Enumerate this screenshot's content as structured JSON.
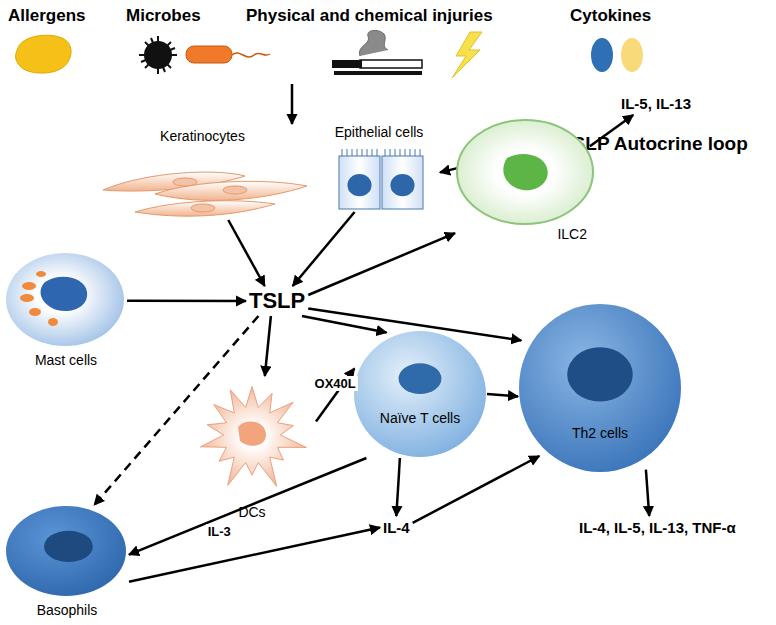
{
  "diagram": {
    "nodes": [
      {
        "text": [
          "Keratinocytes"
        ]
      },
      {
        "text": [
          "Epithelial cells"
        ]
      },
      {
        "text": [
          "TSLP Autocrine loop"
        ]
      },
      {
        "text": [
          "TSLP"
        ]
      },
      {
        "text": [
          "Mast cells"
        ]
      },
      {
        "text": [
          "ILC2"
        ]
      },
      {
        "text": [
          "IL-5, IL-13"
        ]
      },
      {
        "text": [
          "DCs"
        ]
      },
      {
        "text": [
          "Naïve T cells"
        ]
      },
      {
        "text": [
          "Th2 cells"
        ]
      },
      {
        "text": [
          "Basophils"
        ]
      },
      {
        "text": [
          "IL-4"
        ]
      },
      {
        "text": [
          "IL-4, IL-5, IL-13, TNF-α"
        ]
      }
    ],
    "edges": [
      {
        "from": 0,
        "to": 3,
        "arrow": "to"
      },
      {
        "from": 1,
        "to": 3,
        "arrow": "to"
      },
      {
        "from": 2,
        "to": 1,
        "arrow": "to"
      },
      {
        "from": 4,
        "to": 3,
        "arrow": "to"
      },
      {
        "from": 3,
        "to": 5,
        "arrow": "to"
      },
      {
        "from": 5,
        "to": 6,
        "arrow": "to"
      },
      {
        "from": 3,
        "to": 7,
        "arrow": "to"
      },
      {
        "from": 3,
        "to": 8,
        "arrow": "to"
      },
      {
        "from": 3,
        "to": 9,
        "arrow": "to"
      },
      {
        "from": 3,
        "to": 10,
        "arrow": "to"
      },
      {
        "from": 7,
        "to": 8,
        "label": "OX40L",
        "arrow": "to"
      },
      {
        "from": 8,
        "to": 9,
        "arrow": "to"
      },
      {
        "from": 8,
        "to": 10,
        "label": "IL-3",
        "arrow": "to"
      },
      {
        "from": 10,
        "to": 11,
        "arrow": "to"
      },
      {
        "from": 8,
        "to": 11,
        "arrow": "to"
      },
      {
        "from": 11,
        "to": 9,
        "arrow": "to"
      },
      {
        "from": 9,
        "to": 12,
        "arrow": "to"
      }
    ],
    "labels": [
      "Allergens",
      "Microbes",
      "Physical and chemical injuries",
      "Cytokines"
    ]
  }
}
